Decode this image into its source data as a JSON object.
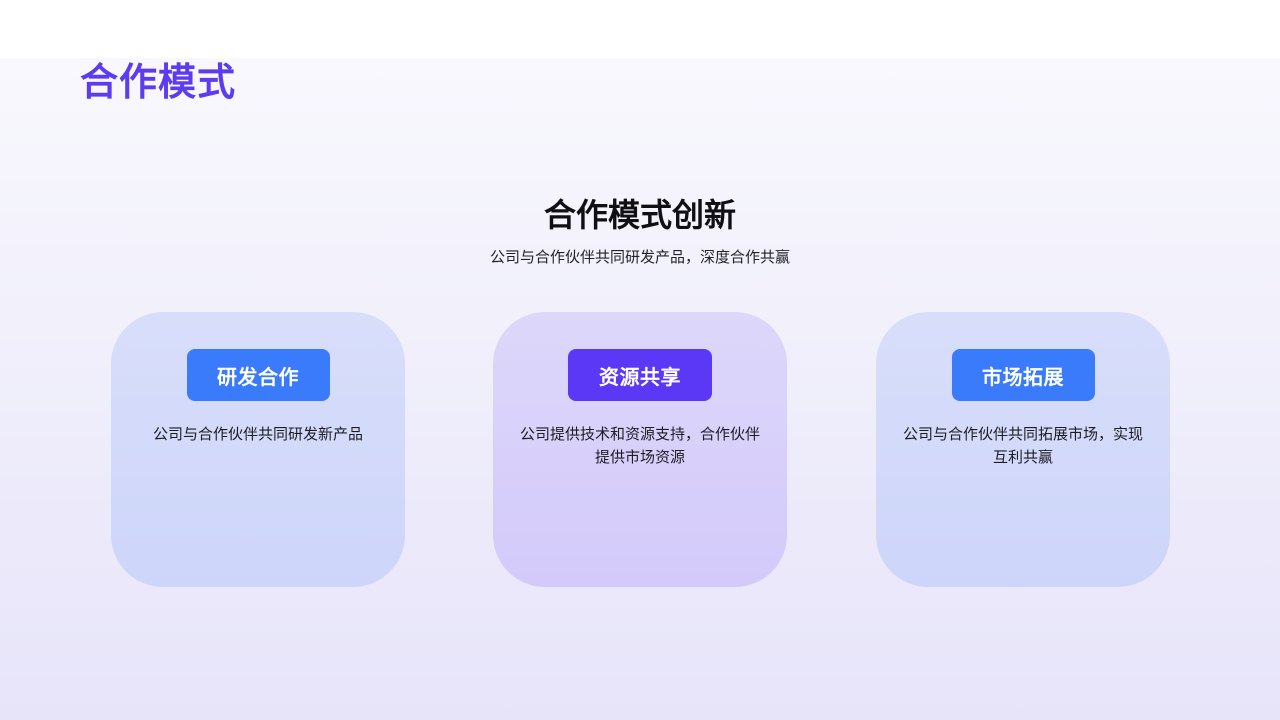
{
  "page": {
    "title": "合作模式"
  },
  "section": {
    "heading": "合作模式创新",
    "subheading": "公司与合作伙伴共同研发产品，深度合作共赢"
  },
  "cards": [
    {
      "tag": "研发合作",
      "description": "公司与合作伙伴共同研发新产品",
      "accent": "#3a7bfb"
    },
    {
      "tag": "资源共享",
      "description": "公司提供技术和资源支持，合作伙伴提供市场资源",
      "accent": "#5b38f5"
    },
    {
      "tag": "市场拓展",
      "description": "公司与合作伙伴共同拓展市场，实现互利共赢",
      "accent": "#3a7bfb"
    }
  ],
  "colors": {
    "title": "#5b3cf0",
    "blue_accent": "#3a7bfb",
    "purple_accent": "#5b38f5"
  }
}
